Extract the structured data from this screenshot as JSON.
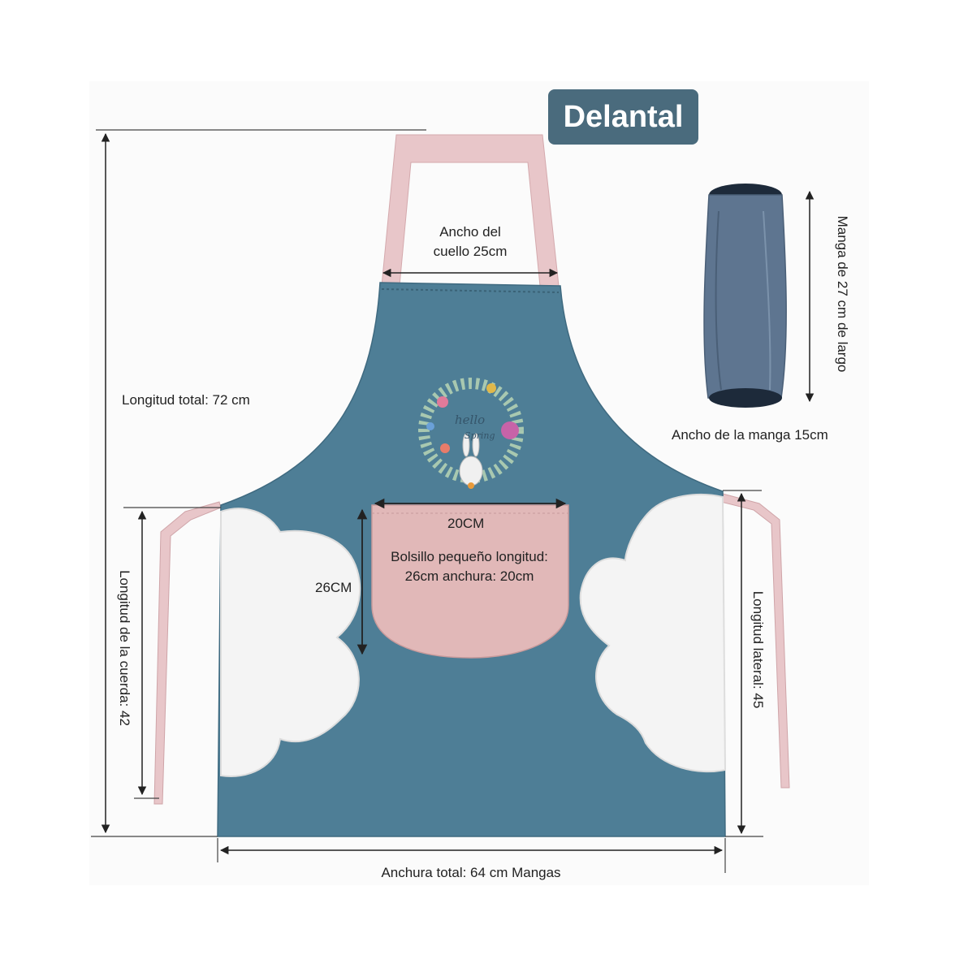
{
  "title": "Delantal",
  "labels": {
    "neck_width_line1": "Ancho del",
    "neck_width_line2": "cuello 25cm",
    "total_length": "Longitud total: 72 cm",
    "sleeve_length": "Manga de 27 cm de largo",
    "sleeve_width": "Ancho de la manga 15cm",
    "pocket_width": "20CM",
    "pocket_height": "26CM",
    "pocket_desc_line1": "Bolsillo pequeño longitud:",
    "pocket_desc_line2": "26cm anchura: 20cm",
    "cord_length": "Longitud de la cuerda: 42",
    "side_length": "Longitud lateral: 45",
    "total_width": "Anchura total: 64 cm Mangas"
  },
  "illustration": {
    "embroidery_text_1": "hello",
    "embroidery_text_2": "Spring"
  },
  "colors": {
    "badge": "#4a6b7d",
    "apron_body": "#4e7e96",
    "strap": "#e8c6c9",
    "pocket": "#e1b8b8",
    "towel": "#f4f4f4",
    "sleeve": "#5e7590",
    "dimension_line": "#222222"
  }
}
